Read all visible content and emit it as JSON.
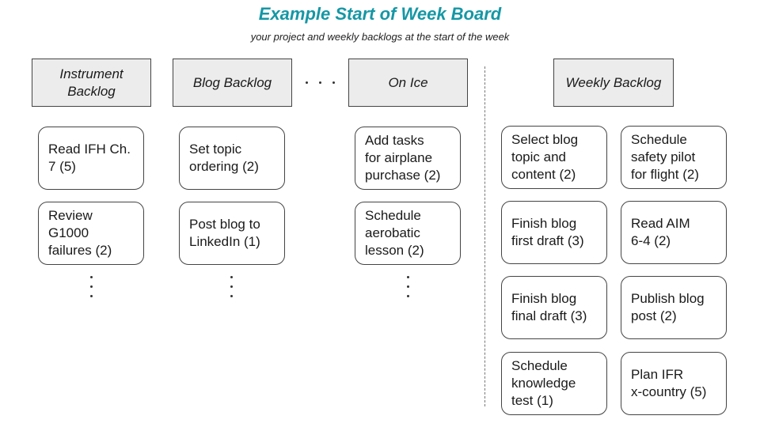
{
  "title": "Example Start of Week Board",
  "subtitle": "your project and weekly backlogs at the start of the week",
  "columns": {
    "instrument": {
      "header": "Instrument\nBacklog",
      "cards": [
        "Read IFH Ch.\n7 (5)",
        "Review\nG1000\nfailures (2)"
      ]
    },
    "blog": {
      "header": "Blog Backlog",
      "cards": [
        "Set topic\nordering (2)",
        "Post blog to\nLinkedIn (1)"
      ]
    },
    "onice": {
      "header": "On Ice",
      "cards": [
        "Add tasks\nfor airplane\npurchase (2)",
        "Schedule\naerobatic\nlesson (2)"
      ]
    },
    "weekly": {
      "header": "Weekly Backlog",
      "cards_left": [
        "Select blog\ntopic and\ncontent (2)",
        "Finish blog\nfirst draft (3)",
        "Finish blog\nfinal draft (3)",
        "Schedule\nknowledge\ntest (1)"
      ],
      "cards_right": [
        "Schedule\nsafety pilot\nfor flight (2)",
        "Read AIM\n6-4 (2)",
        "Publish blog\npost (2)",
        "Plan IFR\nx-country (5)"
      ]
    }
  }
}
